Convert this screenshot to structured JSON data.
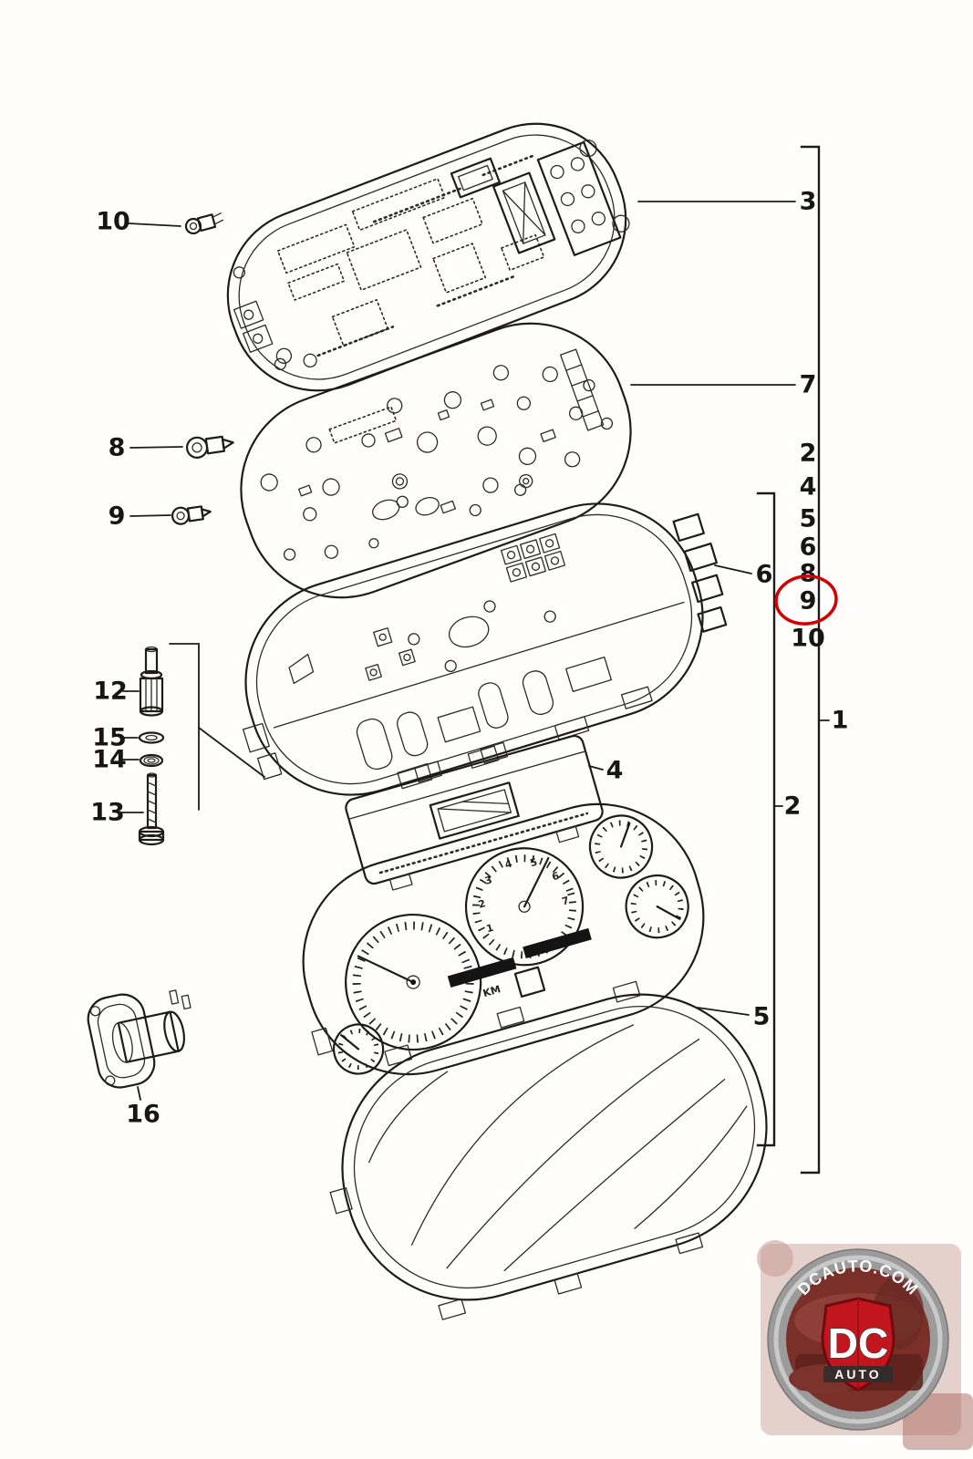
{
  "diagram": {
    "description": "Instrument cluster exploded parts diagram",
    "part_labels": {
      "n1": "1",
      "n2": "2",
      "n3": "3",
      "n4": "4",
      "n5": "5",
      "n6": "6",
      "n7": "7",
      "n8": "8",
      "n9": "9",
      "n10": "10",
      "n12": "12",
      "n13": "13",
      "n14": "14",
      "n15": "15",
      "n16": "16"
    },
    "right_column": [
      "2",
      "4",
      "5",
      "6",
      "8",
      "9",
      "10"
    ],
    "highlighted_number": "9",
    "highlight_color": "#d40000",
    "gauge_face": {
      "km_label": "KM",
      "tach_digits": [
        "1",
        "2",
        "3",
        "4",
        "5",
        "6",
        "7"
      ]
    }
  },
  "watermark": {
    "site": "DCAUTO.COM",
    "brand_top": "DC",
    "brand_bottom": "AUTO",
    "shield_color": "#c3151d",
    "ring_color": "#9b9b9b"
  }
}
